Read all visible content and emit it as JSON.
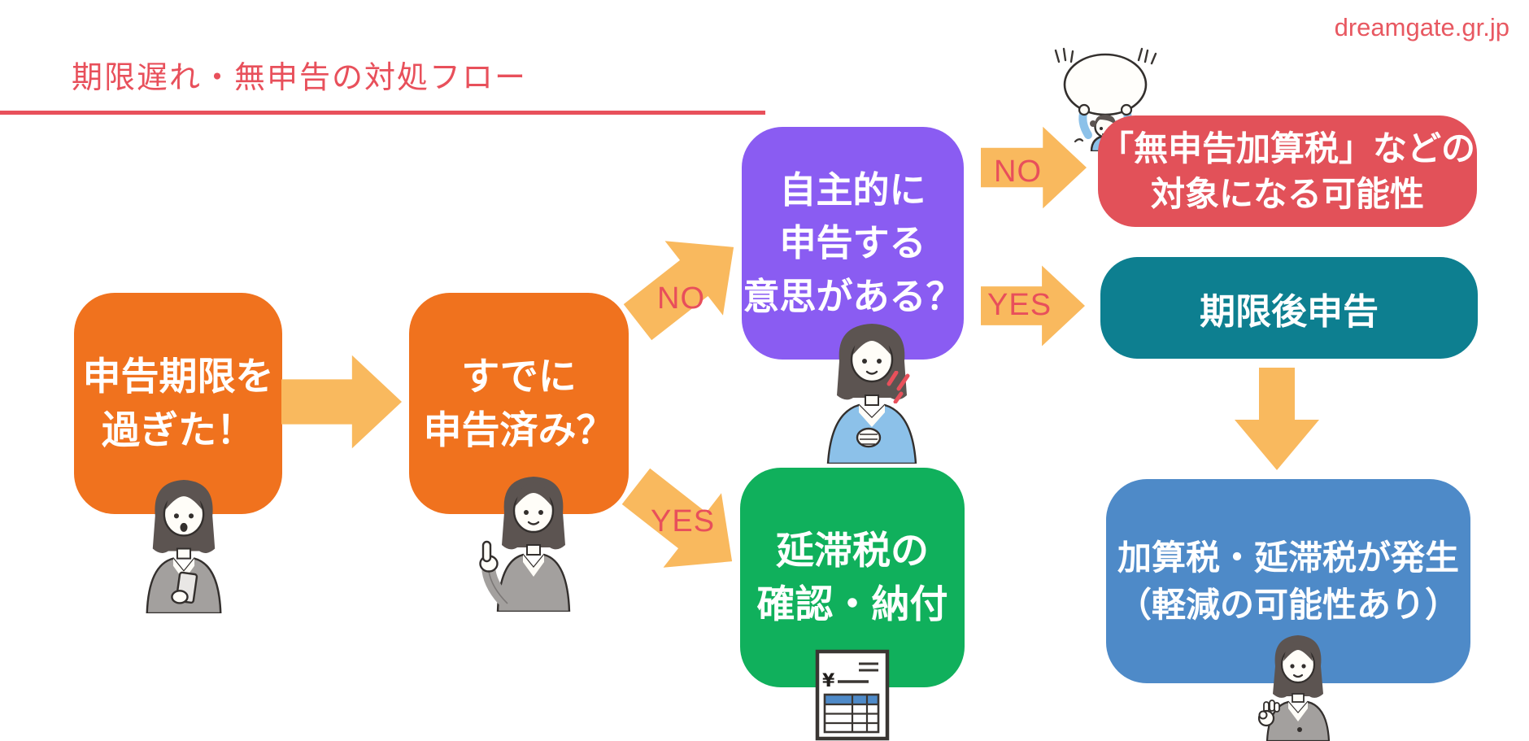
{
  "page": {
    "title": "期限遅れ・無申告の対処フロー",
    "watermark": "dreamgate.gr.jp"
  },
  "colors": {
    "accent_red": "#e8505b",
    "node_orange": "#f0721e",
    "node_purple": "#8a5cf2",
    "node_green": "#10b05c",
    "node_red": "#e25159",
    "node_teal": "#0d7f90",
    "node_blue": "#4e8ac8",
    "arrow_amber": "#f9b95e",
    "text_white": "#ffffff"
  },
  "flow": {
    "nodes": [
      {
        "id": "deadline-passed",
        "label": "申告期限を\n過ぎた！",
        "color": "#f0721e"
      },
      {
        "id": "already-filed",
        "label": "すでに\n申告済み？",
        "color": "#f0721e"
      },
      {
        "id": "voluntary-intent",
        "label": "自主的に\n申告する\n意思がある？",
        "color": "#8a5cf2"
      },
      {
        "id": "late-tax-payment",
        "label": "延滞税の\n確認・納付",
        "color": "#10b05c"
      },
      {
        "id": "penalty-possible",
        "label": "「無申告加算税」などの\n対象になる可能性",
        "color": "#e25159"
      },
      {
        "id": "late-filing",
        "label": "期限後申告",
        "color": "#0d7f90"
      },
      {
        "id": "taxes-incurred",
        "label": "加算税・延滞税が発生\n（軽減の可能性あり）",
        "color": "#4e8ac8"
      }
    ],
    "edges": [
      {
        "from": "deadline-passed",
        "to": "already-filed",
        "label": ""
      },
      {
        "from": "already-filed",
        "to": "voluntary-intent",
        "label": "NO"
      },
      {
        "from": "already-filed",
        "to": "late-tax-payment",
        "label": "YES"
      },
      {
        "from": "voluntary-intent",
        "to": "penalty-possible",
        "label": "NO"
      },
      {
        "from": "voluntary-intent",
        "to": "late-filing",
        "label": "YES"
      },
      {
        "from": "late-filing",
        "to": "taxes-incurred",
        "label": ""
      }
    ]
  },
  "illustrations": [
    {
      "id": "woman-surprised-phone-illustration"
    },
    {
      "id": "woman-pointing-illustration"
    },
    {
      "id": "woman-hand-on-chest-illustration"
    },
    {
      "id": "person-carrying-boulder-illustration"
    },
    {
      "id": "woman-ok-sign-illustration"
    },
    {
      "id": "tax-receipt-illustration"
    }
  ]
}
